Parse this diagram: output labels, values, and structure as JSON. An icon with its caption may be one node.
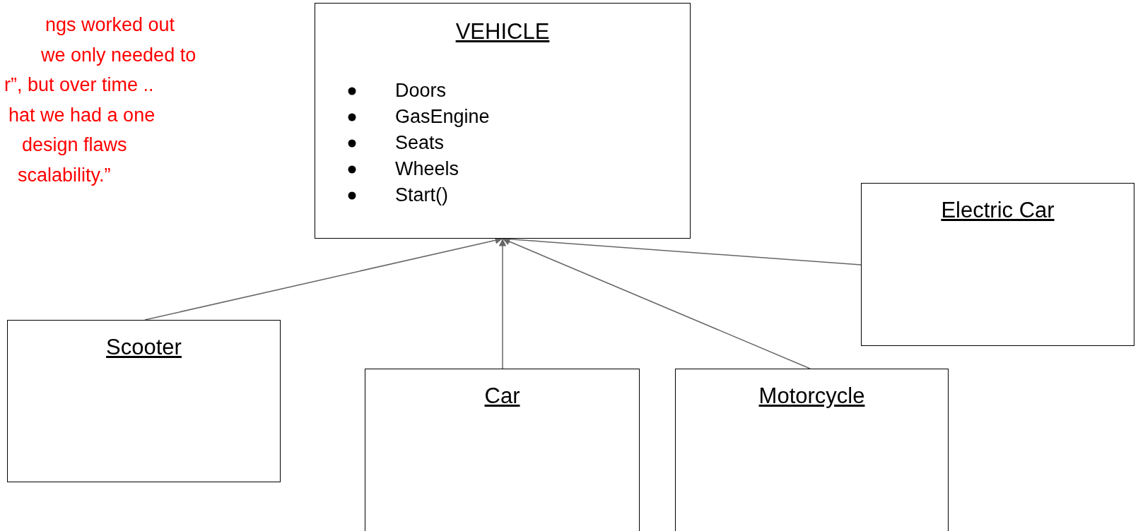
{
  "diagram": {
    "nodes": [
      {
        "text": [
          "VEHICLE",
          "Doors",
          "GasEngine",
          "Seats",
          "Wheels",
          "Start()"
        ]
      },
      {
        "text": [
          "Electric Car"
        ]
      },
      {
        "text": [
          "Scooter"
        ]
      },
      {
        "text": [
          "Car"
        ]
      },
      {
        "text": [
          "Motorcycle"
        ]
      }
    ],
    "edges": [
      {
        "from": 2,
        "to": 0,
        "arrow": "to"
      },
      {
        "from": 3,
        "to": 0,
        "arrow": "to"
      },
      {
        "from": 4,
        "to": 0,
        "arrow": "to"
      },
      {
        "from": 1,
        "to": 0,
        "arrow": "to"
      }
    ],
    "labels": [
      "ngs worked out",
      "we only needed to",
      "r”, but over time ..",
      "hat we had a one",
      "design flaws",
      "scalability.”"
    ]
  }
}
